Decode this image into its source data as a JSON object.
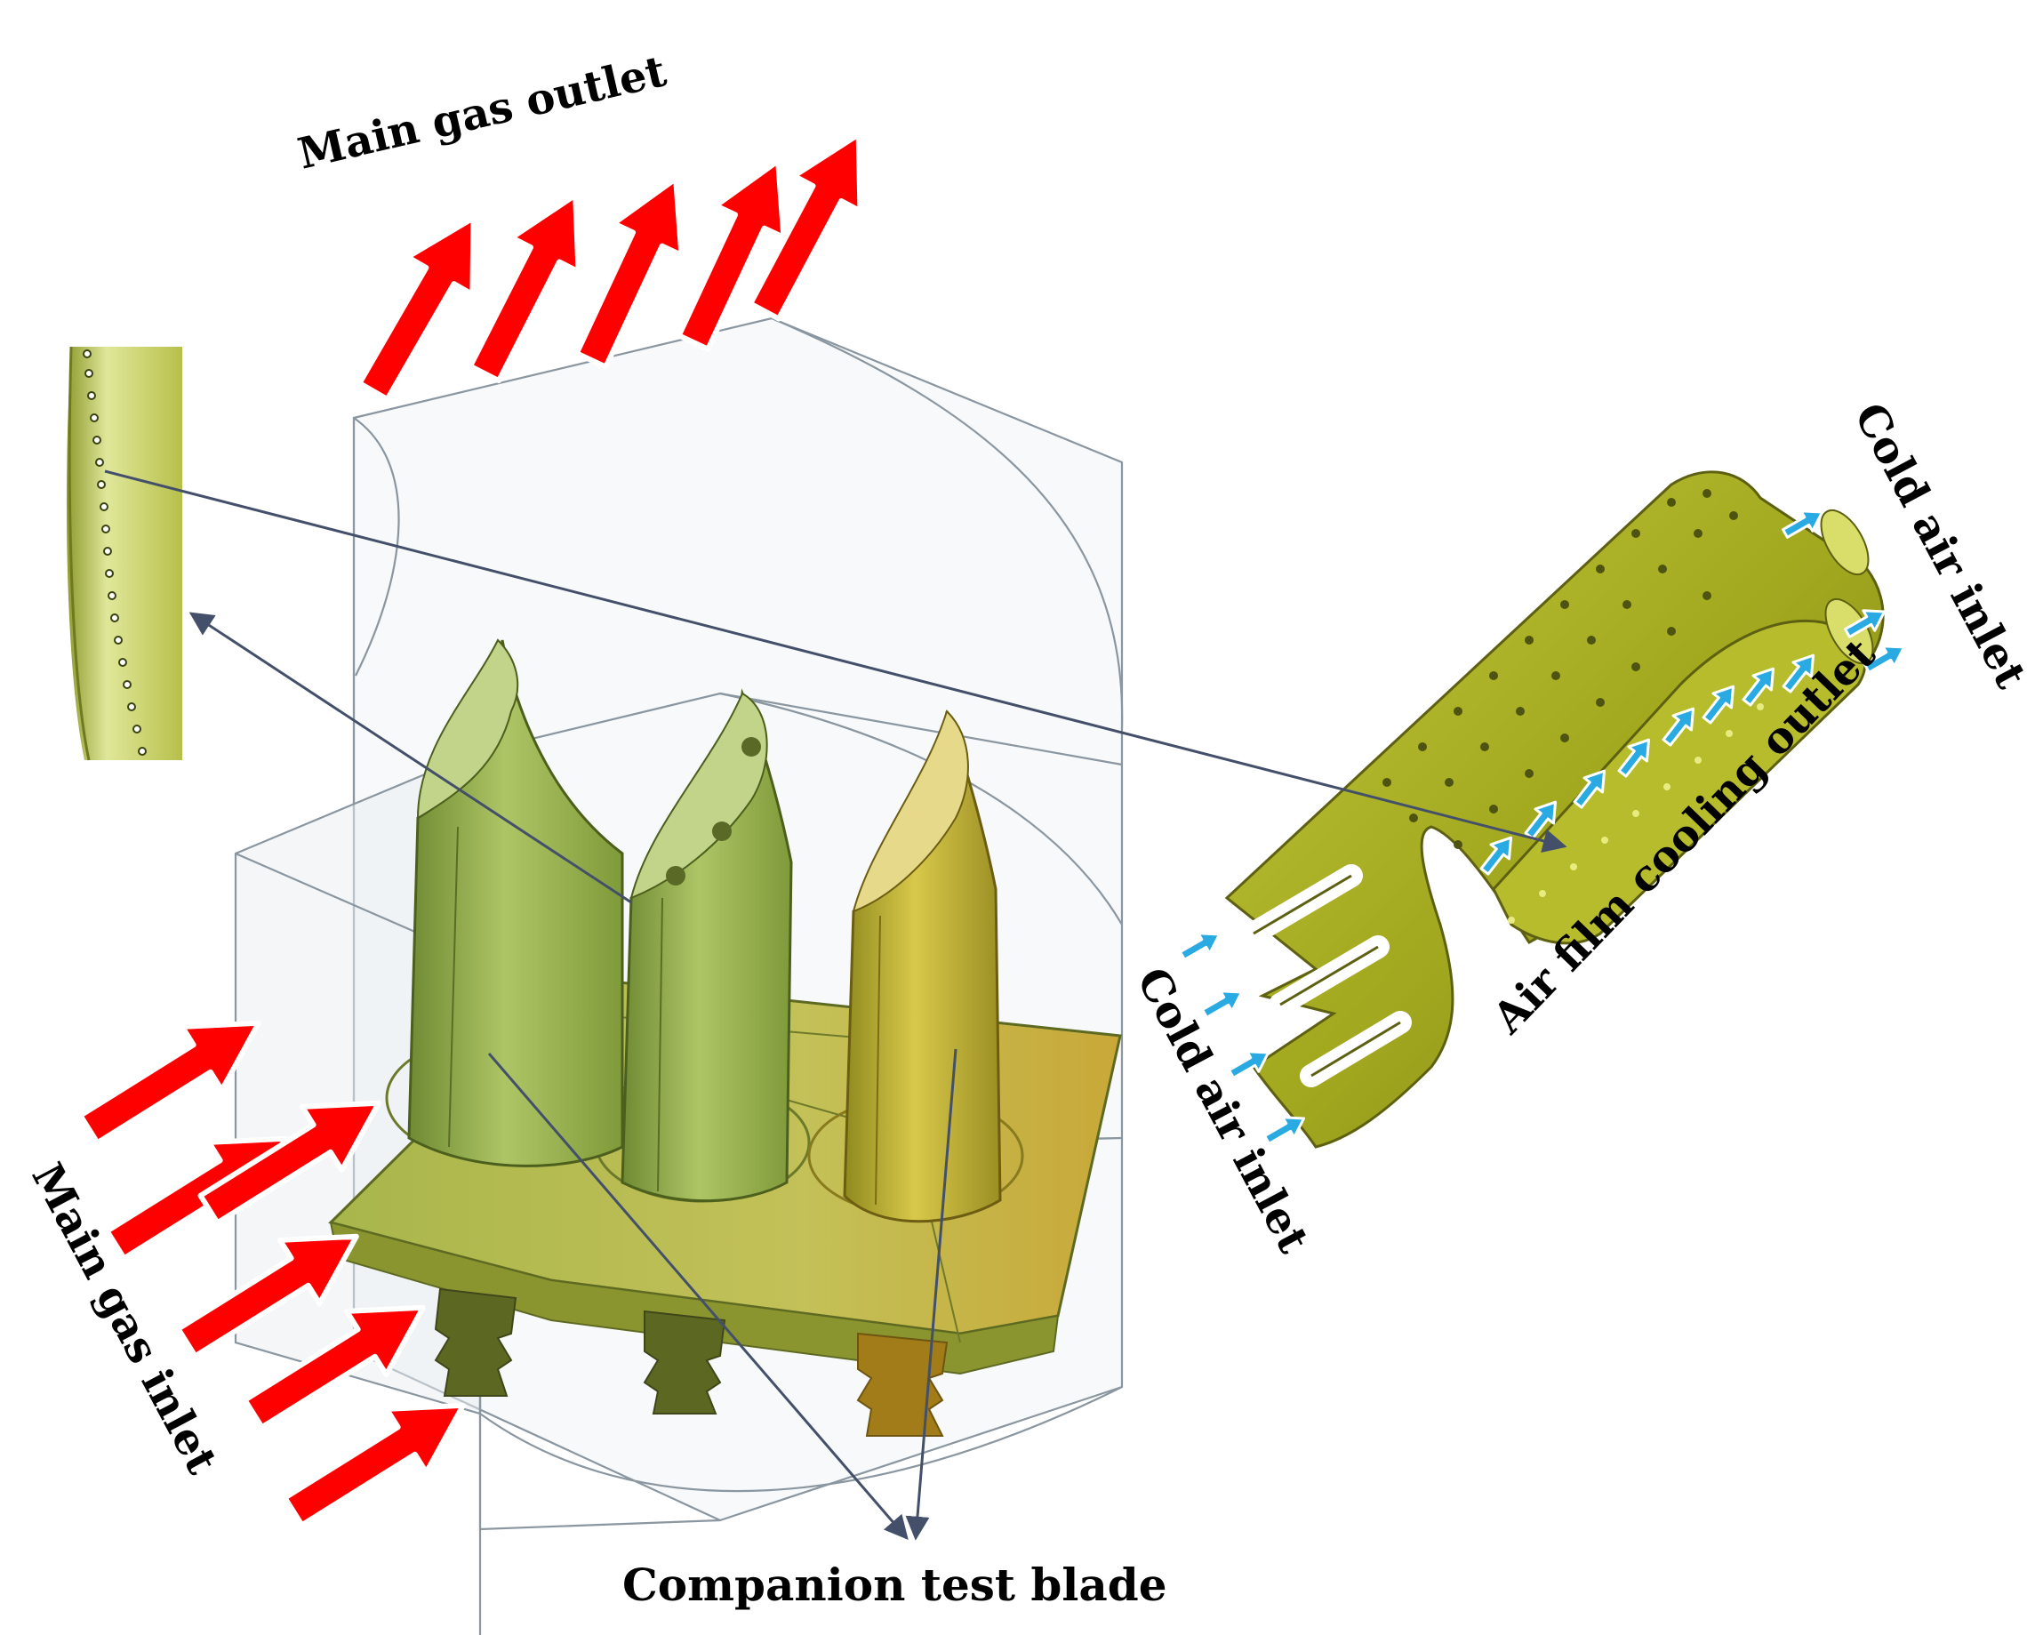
{
  "labels": {
    "main_gas_outlet": "Main gas outlet",
    "main_gas_inlet": "Main gas inlet",
    "cold_air_inlet_top": "Cold air inlet",
    "cold_air_inlet_side": "Cold air inlet",
    "air_film_cooling_outlet": "Air film cooling outlet",
    "companion_test_blade": "Companion test blade"
  },
  "colors": {
    "hot_gas_arrow": "#ff0000",
    "cold_air_arrow": "#29aae2",
    "blade_green": "#9bb04a",
    "blade_yellow": "#c6b431",
    "cooled_part": "#a9b02a",
    "leader_line": "#44506a",
    "casing_outline": "#8a96a0"
  }
}
